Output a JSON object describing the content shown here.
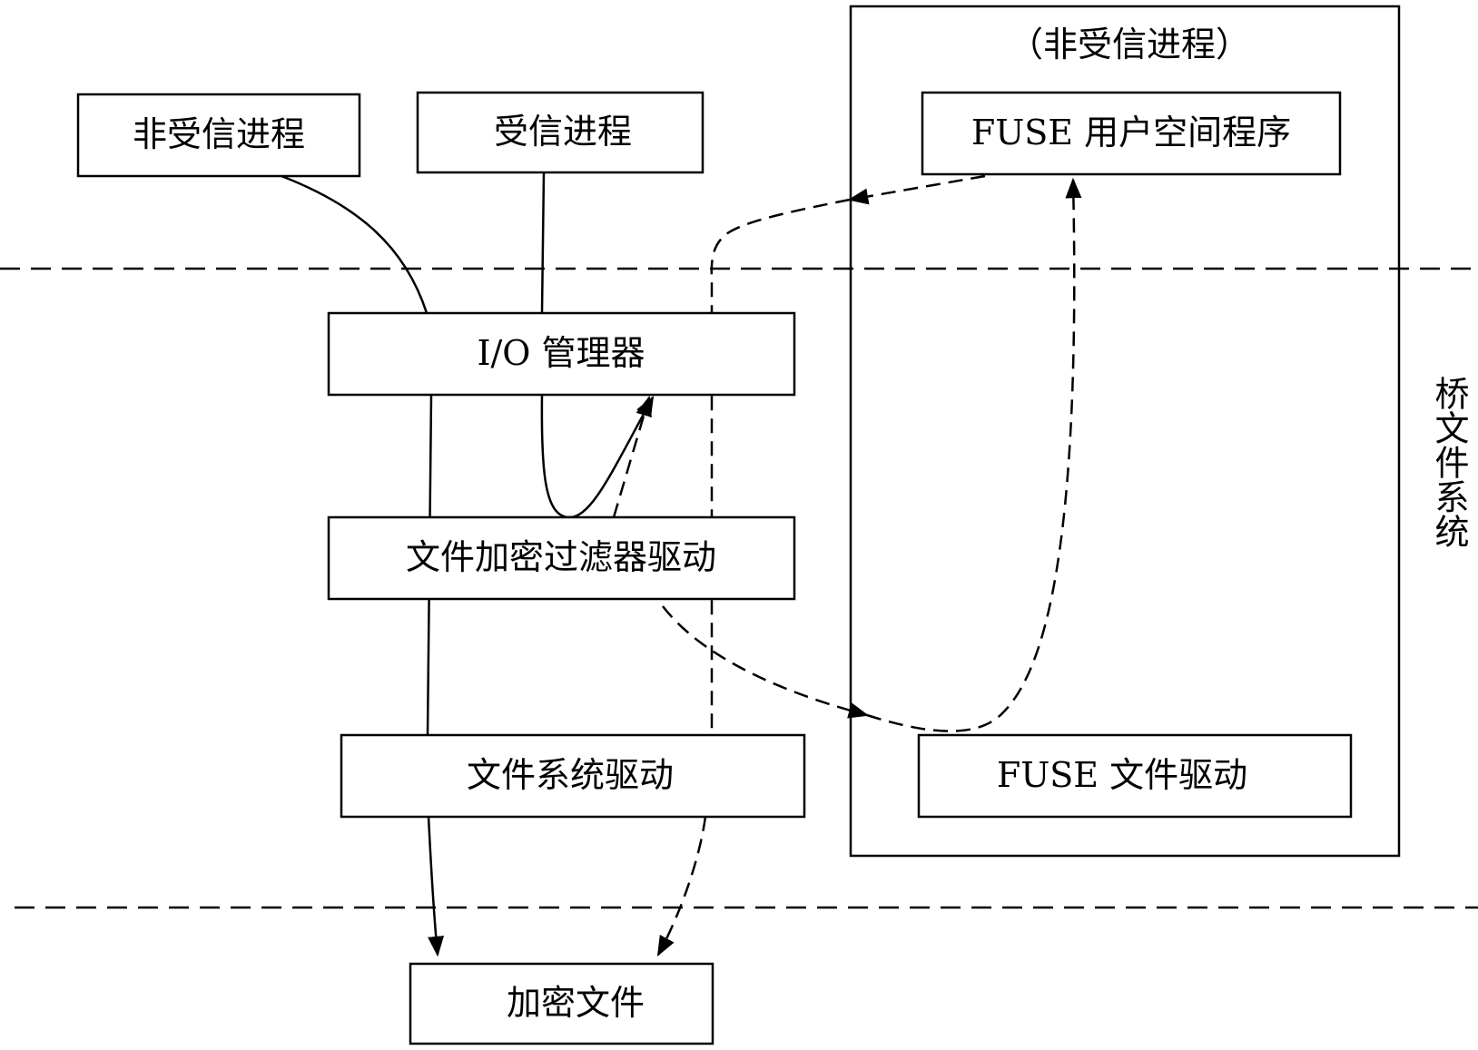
{
  "diagram": {
    "boxes": {
      "untrusted_process": "非受信进程",
      "trusted_process": "受信进程",
      "io_manager": "I/O 管理器",
      "encryption_filter_driver": "文件加密过滤器驱动",
      "filesystem_driver": "文件系统驱动",
      "encrypted_file": "加密文件",
      "fuse_user_program": "FUSE 用户空间程序",
      "fuse_file_driver": "FUSE 文件驱动"
    },
    "bridge_group_caption": "（非受信进程）",
    "bridge_fs_label": "桥文件系统",
    "colors": {
      "stroke": "#000000",
      "background": "#ffffff"
    }
  }
}
